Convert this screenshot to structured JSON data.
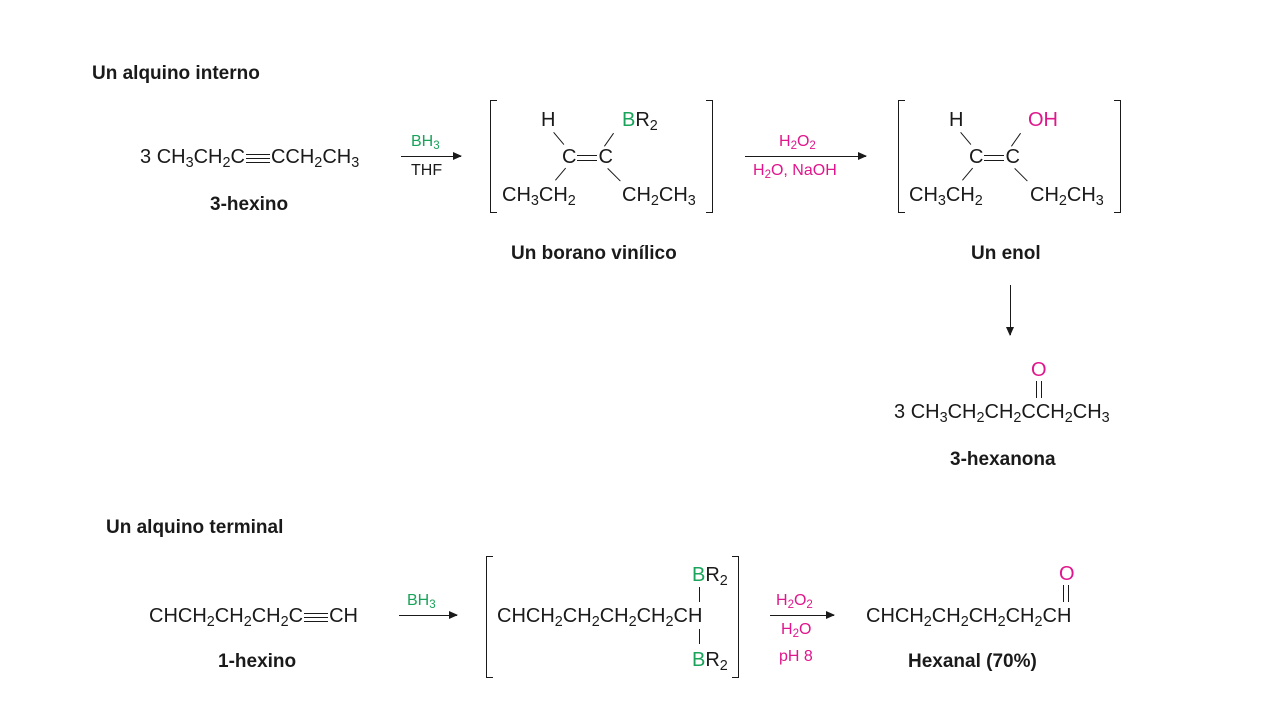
{
  "colors": {
    "text": "#1a1a1a",
    "boron": "#1aa35a",
    "oxygen": "#e0168c"
  },
  "internal": {
    "heading": "Un alquino interno",
    "reactant": {
      "coef": "3",
      "name": "3-hexino"
    },
    "step1": {
      "reagent_top": "BH",
      "reagent_bottom": "THF"
    },
    "borane": {
      "atom_h": "H",
      "atom_b": "B",
      "atom_r": "R",
      "name": "Un borano vinílico"
    },
    "step2": {
      "reagent_top": "H",
      "reagent_bottom": "H",
      "reagent_bottom_rest": "O, NaOH"
    },
    "enol": {
      "atom_h": "H",
      "atom_oh": "OH",
      "name": "Un enol"
    },
    "product": {
      "coef": "3",
      "atom_o": "O",
      "name": "3-hexanona"
    }
  },
  "terminal": {
    "heading": "Un alquino terminal",
    "reactant": {
      "name": "1-hexino"
    },
    "step1": {
      "reagent_top": "BH"
    },
    "borane": {
      "atom_b": "B",
      "atom_r": "R"
    },
    "step2": {
      "reagent_top": "H",
      "reagent_mid": "H",
      "reagent_bottom": "pH 8"
    },
    "product": {
      "atom_o": "O",
      "name": "Hexanal (70%)"
    }
  },
  "text": {
    "carbon": "C",
    "ch": "CH",
    "ch2": "CH",
    "ch3": "CH",
    "oxygen_suffix": "O",
    "boron_suffix": "B",
    "sub2": "2",
    "sub3": "3"
  }
}
